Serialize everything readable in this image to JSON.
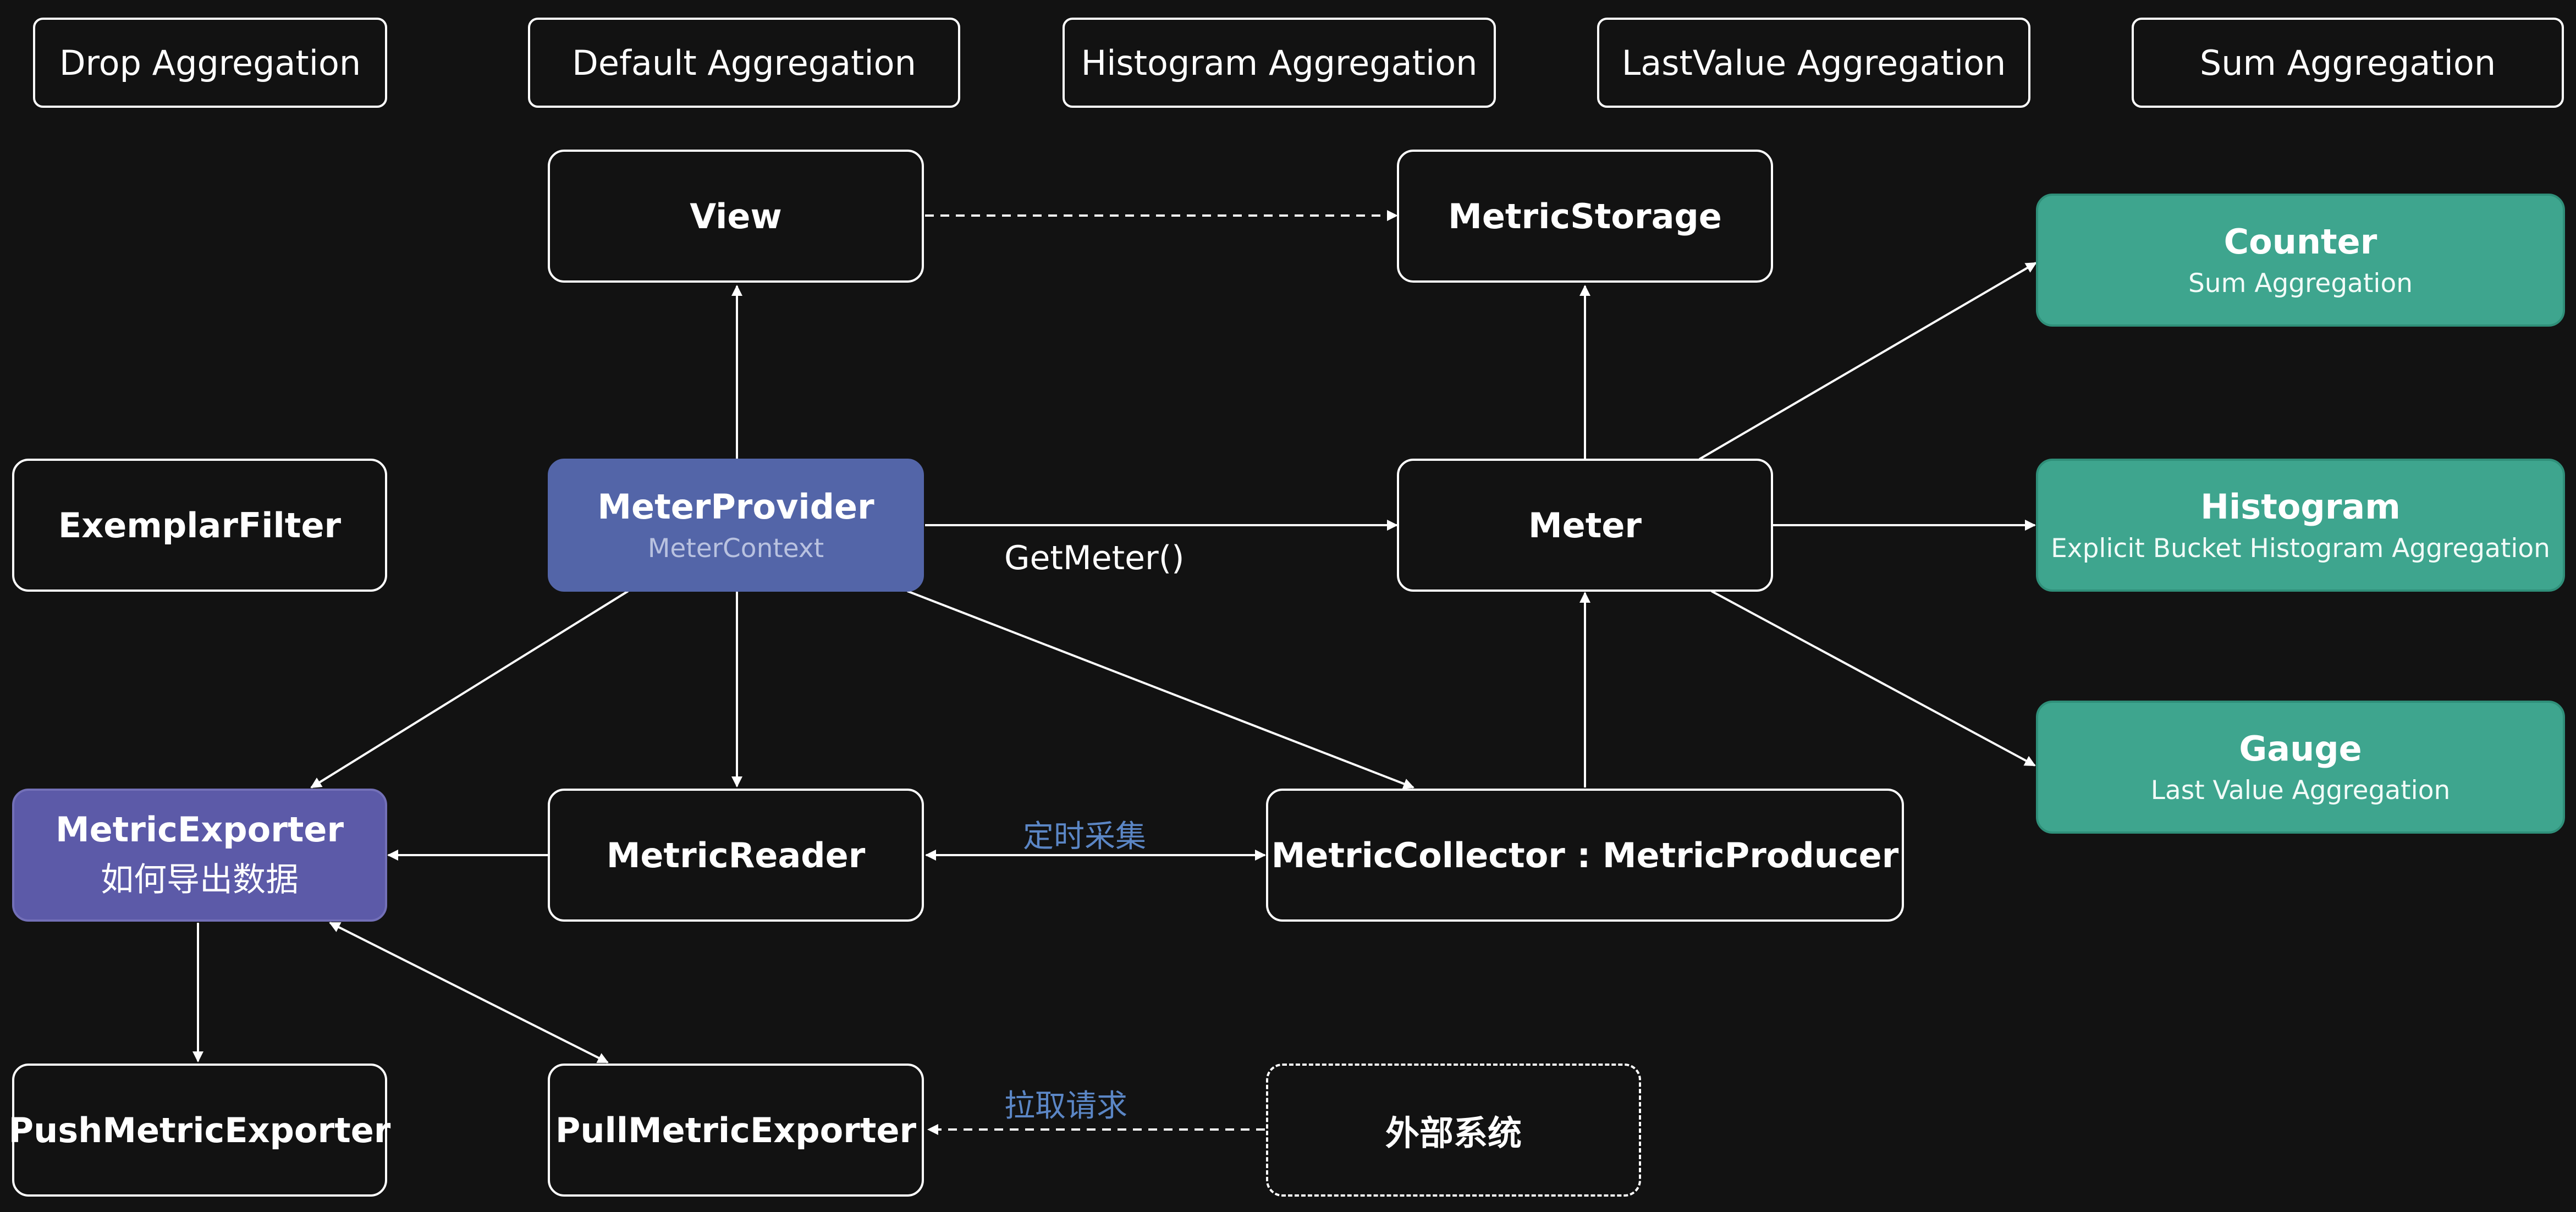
{
  "aggregations": {
    "drop": "Drop Aggregation",
    "default": "Default Aggregation",
    "histogram": "Histogram Aggregation",
    "last_value": "LastValue Aggregation",
    "sum": "Sum Aggregation"
  },
  "nodes": {
    "view": "View",
    "metric_storage": "MetricStorage",
    "counter": {
      "title": "Counter",
      "subtitle": "Sum Aggregation"
    },
    "exemplar_filter": "ExemplarFilter",
    "meter_provider": {
      "title": "MeterProvider",
      "subtitle": "MeterContext"
    },
    "meter": "Meter",
    "histogram": {
      "title": "Histogram",
      "subtitle": "Explicit Bucket Histogram Aggregation"
    },
    "gauge": {
      "title": "Gauge",
      "subtitle": "Last Value Aggregation"
    },
    "metric_exporter": {
      "title": "MetricExporter",
      "subtitle": "如何导出数据"
    },
    "metric_reader": "MetricReader",
    "metric_collector": "MetricCollector : MetricProducer",
    "push_exporter": "PushMetricExporter",
    "pull_exporter": "PullMetricExporter",
    "external_system": "外部系统"
  },
  "edge_labels": {
    "get_meter": "GetMeter()",
    "timed_collection": "定时采集",
    "pull_request": "拉取请求"
  },
  "colors": {
    "background": "#121212",
    "meter_provider": "#5365a8",
    "metric_exporter": "#5c5aa8",
    "instrument": "#3ea58e",
    "edge_label_cn": "#5b86c5"
  }
}
